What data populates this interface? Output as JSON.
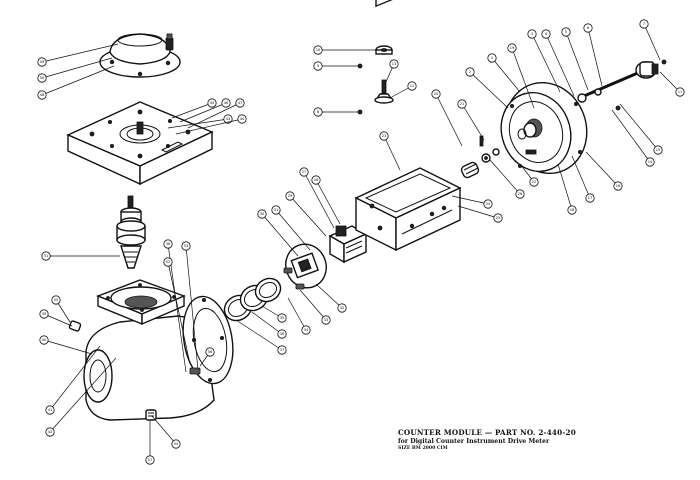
{
  "caption": {
    "title": "COUNTER MODULE — PART NO. 2-440-20",
    "subtitle": "for Digital Counter Instrument Drive Meter",
    "ref": "SIZE BM 2000 CIM"
  },
  "callouts": [
    {
      "id": "c-cap-1",
      "label": "49"
    },
    {
      "id": "c-cap-2",
      "label": "50"
    },
    {
      "id": "c-cap-3",
      "label": "48"
    },
    {
      "id": "c-plate-1",
      "label": "45"
    },
    {
      "id": "c-plate-2",
      "label": "46"
    },
    {
      "id": "c-plate-3",
      "label": "47"
    },
    {
      "id": "c-plate-4",
      "label": "43"
    },
    {
      "id": "c-plate-5",
      "label": "44"
    },
    {
      "id": "c-top-1",
      "label": "10"
    },
    {
      "id": "c-top-2",
      "label": "9"
    },
    {
      "id": "c-top-3",
      "label": "13"
    },
    {
      "id": "c-top-4",
      "label": "8"
    },
    {
      "id": "c-top-5",
      "label": "12"
    },
    {
      "id": "c-drum-1",
      "label": "1"
    },
    {
      "id": "c-drum-2",
      "label": "2"
    },
    {
      "id": "c-drum-3",
      "label": "3"
    },
    {
      "id": "c-drum-4",
      "label": "4"
    },
    {
      "id": "c-drum-5",
      "label": "5"
    },
    {
      "id": "c-drum-6",
      "label": "6"
    },
    {
      "id": "c-drum-7",
      "label": "7"
    },
    {
      "id": "c-drum-8",
      "label": "11"
    },
    {
      "id": "c-drum-9",
      "label": "14"
    },
    {
      "id": "c-drum-10",
      "label": "15"
    },
    {
      "id": "c-drum-11",
      "label": "16"
    },
    {
      "id": "c-drum-12",
      "label": "17"
    },
    {
      "id": "c-drum-13",
      "label": "18"
    },
    {
      "id": "c-drum-14",
      "label": "19"
    },
    {
      "id": "c-drum-15",
      "label": "20"
    },
    {
      "id": "c-drum-16",
      "label": "21"
    },
    {
      "id": "c-drum-17",
      "label": "22"
    },
    {
      "id": "c-box-1",
      "label": "23"
    },
    {
      "id": "c-box-2",
      "label": "24"
    },
    {
      "id": "c-box-3",
      "label": "25"
    },
    {
      "id": "c-box-4",
      "label": "26"
    },
    {
      "id": "c-mid-1",
      "label": "27"
    },
    {
      "id": "c-mid-2",
      "label": "28"
    },
    {
      "id": "c-mid-3",
      "label": "29"
    },
    {
      "id": "c-mid-4",
      "label": "30"
    },
    {
      "id": "c-mid-5",
      "label": "31"
    },
    {
      "id": "c-mid-6",
      "label": "32"
    },
    {
      "id": "c-mid-7",
      "label": "33"
    },
    {
      "id": "c-mid-8",
      "label": "34"
    },
    {
      "id": "c-ring-1",
      "label": "35"
    },
    {
      "id": "c-ring-2",
      "label": "36"
    },
    {
      "id": "c-ring-3",
      "label": "37"
    },
    {
      "id": "c-ring-4",
      "label": "38"
    },
    {
      "id": "c-body-1",
      "label": "39"
    },
    {
      "id": "c-body-2",
      "label": "40"
    },
    {
      "id": "c-body-3",
      "label": "41"
    },
    {
      "id": "c-body-4",
      "label": "42"
    },
    {
      "id": "c-body-5",
      "label": "51"
    },
    {
      "id": "c-body-6",
      "label": "52"
    },
    {
      "id": "c-body-7",
      "label": "53"
    },
    {
      "id": "c-body-8",
      "label": "54"
    },
    {
      "id": "c-body-9",
      "label": "55"
    },
    {
      "id": "c-body-10",
      "label": "56"
    },
    {
      "id": "c-body-11",
      "label": "57"
    }
  ]
}
